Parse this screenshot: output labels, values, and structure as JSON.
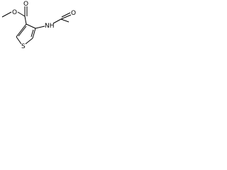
{
  "molecule": {
    "atoms": {
      "methoxy_oxygen": "O",
      "carbonyl_oxygen_ester": "O",
      "amide_nitrogen": "NH",
      "formyl_oxygen": "O",
      "ring_sulfur": "S"
    },
    "line_color": "#000000"
  }
}
